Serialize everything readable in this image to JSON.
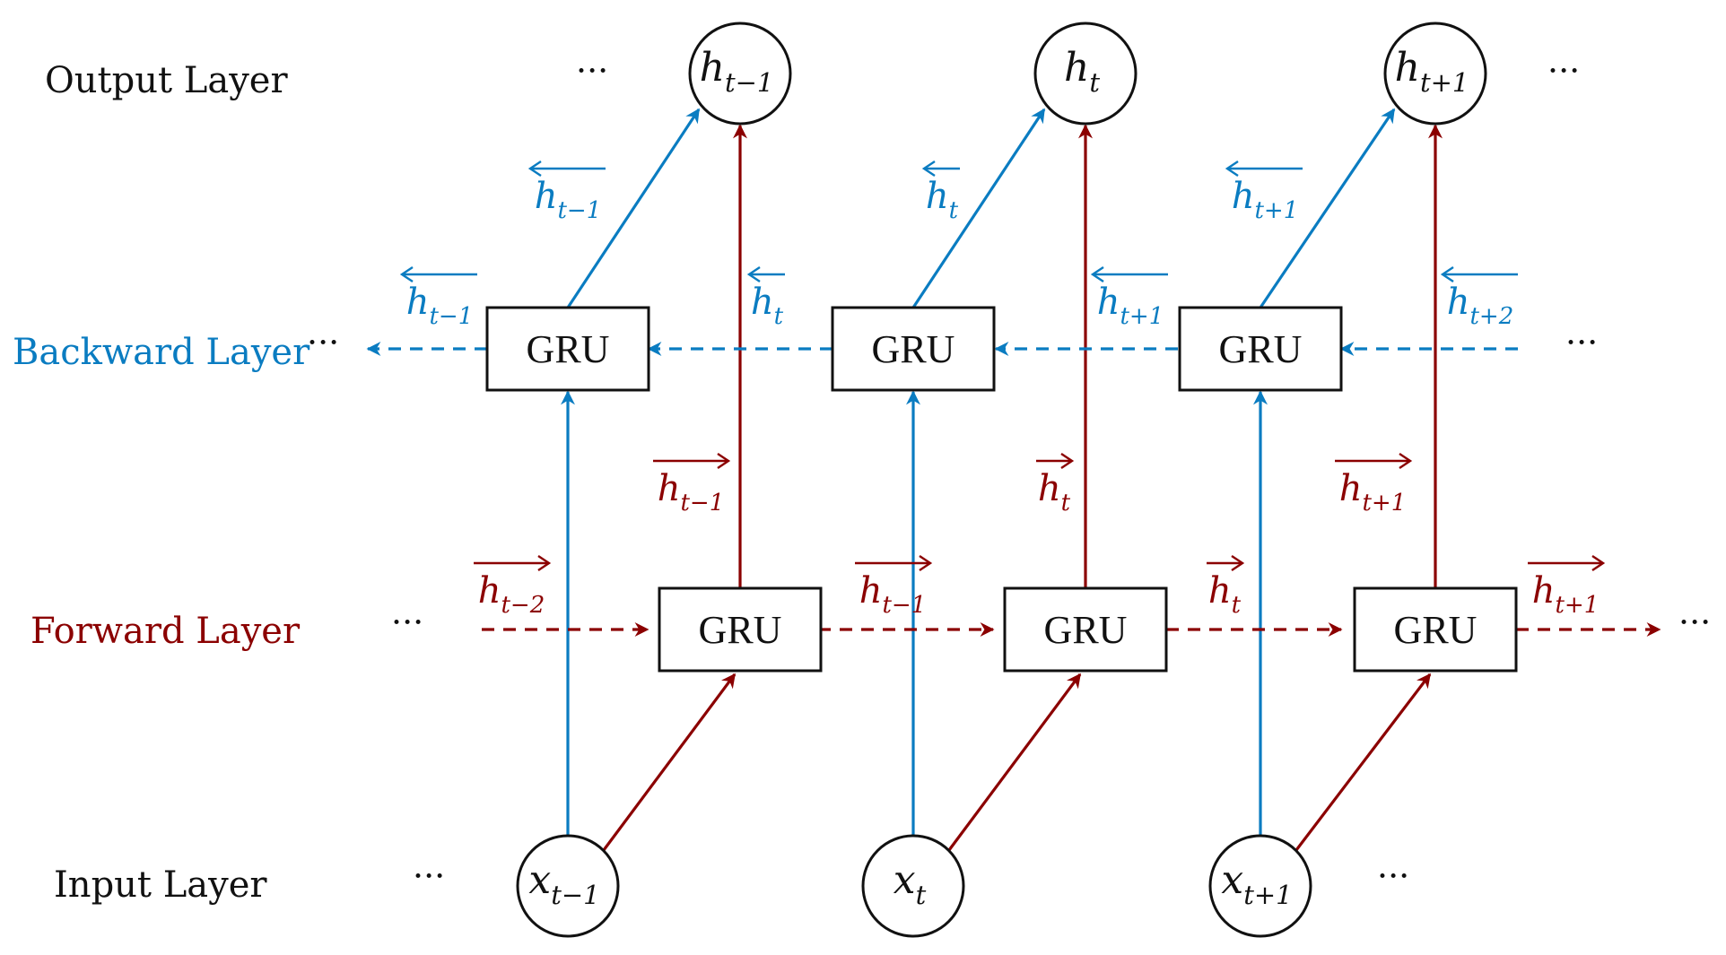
{
  "colors": {
    "forward": "#8b0000",
    "backward": "#0a7cc1",
    "ink": "#111111"
  },
  "layers": {
    "output": "Output Layer",
    "backward": "Backward Layer",
    "forward": "Forward Layer",
    "input": "Input Layer"
  },
  "ellipsis": "···",
  "cell_label": "GRU",
  "inputs": [
    {
      "base": "x",
      "sub": "t−1"
    },
    {
      "base": "x",
      "sub": "t"
    },
    {
      "base": "x",
      "sub": "t+1"
    }
  ],
  "outputs": [
    {
      "base": "h",
      "sub": "t−1"
    },
    {
      "base": "h",
      "sub": "t"
    },
    {
      "base": "h",
      "sub": "t+1"
    }
  ],
  "backward_to_output_labels": [
    {
      "base": "h",
      "sub": "t−1",
      "arrow": "left"
    },
    {
      "base": "h",
      "sub": "t",
      "arrow": "left"
    },
    {
      "base": "h",
      "sub": "t+1",
      "arrow": "left"
    }
  ],
  "backward_recurrent_labels": [
    {
      "base": "h",
      "sub": "t−1",
      "arrow": "left"
    },
    {
      "base": "h",
      "sub": "t",
      "arrow": "left"
    },
    {
      "base": "h",
      "sub": "t+1",
      "arrow": "left"
    },
    {
      "base": "h",
      "sub": "t+2",
      "arrow": "left"
    }
  ],
  "forward_to_output_labels": [
    {
      "base": "h",
      "sub": "t−1",
      "arrow": "right"
    },
    {
      "base": "h",
      "sub": "t",
      "arrow": "right"
    },
    {
      "base": "h",
      "sub": "t+1",
      "arrow": "right"
    }
  ],
  "forward_recurrent_labels": [
    {
      "base": "h",
      "sub": "t−2",
      "arrow": "right"
    },
    {
      "base": "h",
      "sub": "t−1",
      "arrow": "right"
    },
    {
      "base": "h",
      "sub": "t",
      "arrow": "right"
    },
    {
      "base": "h",
      "sub": "t+1",
      "arrow": "right"
    }
  ]
}
